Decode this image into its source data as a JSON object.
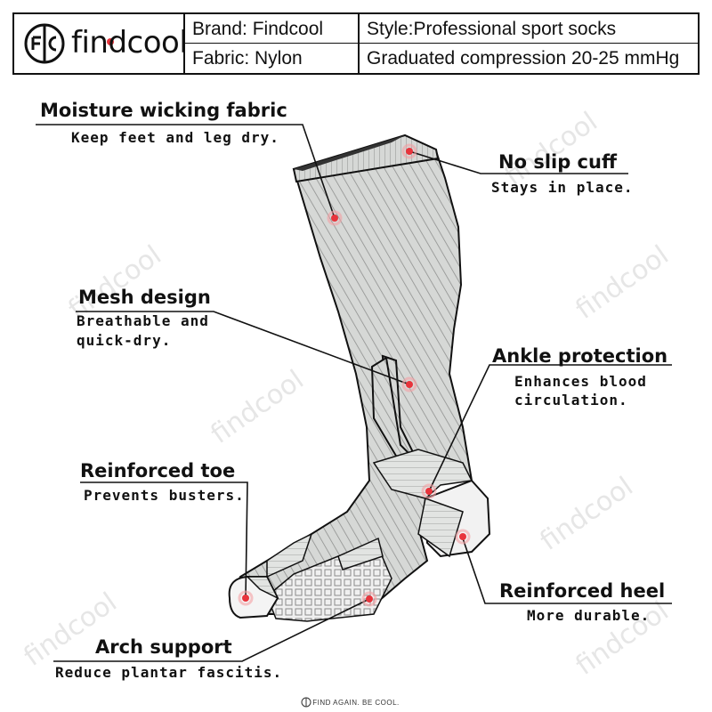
{
  "brand_logo": {
    "text": "findcool"
  },
  "specs": {
    "brand": "Brand: Findcool",
    "style": "Style:Professional sport socks",
    "fabric": "Fabric: Nylon",
    "compression": "Graduated compression 20-25 mmHg"
  },
  "features": [
    {
      "title": "Moisture wicking fabric",
      "desc": [
        "Keep feet and leg dry."
      ]
    },
    {
      "title": "No slip cuff",
      "desc": [
        "Stays in place."
      ]
    },
    {
      "title": "Mesh design",
      "desc": [
        "Breathable and",
        "quick-dry."
      ]
    },
    {
      "title": "Ankle protection",
      "desc": [
        "Enhances blood",
        "circulation."
      ]
    },
    {
      "title": "Reinforced toe",
      "desc": [
        "Prevents busters."
      ]
    },
    {
      "title": "Reinforced heel",
      "desc": [
        "More durable."
      ]
    },
    {
      "title": "Arch support",
      "desc": [
        "Reduce plantar fascitis."
      ]
    }
  ],
  "watermark": {
    "text": "findcool"
  },
  "footer": {
    "text": "FIND AGAIN. BE COOL."
  },
  "colors": {
    "marker": "#e8343c",
    "sock": "#d4d6d4",
    "line": "#111111"
  }
}
